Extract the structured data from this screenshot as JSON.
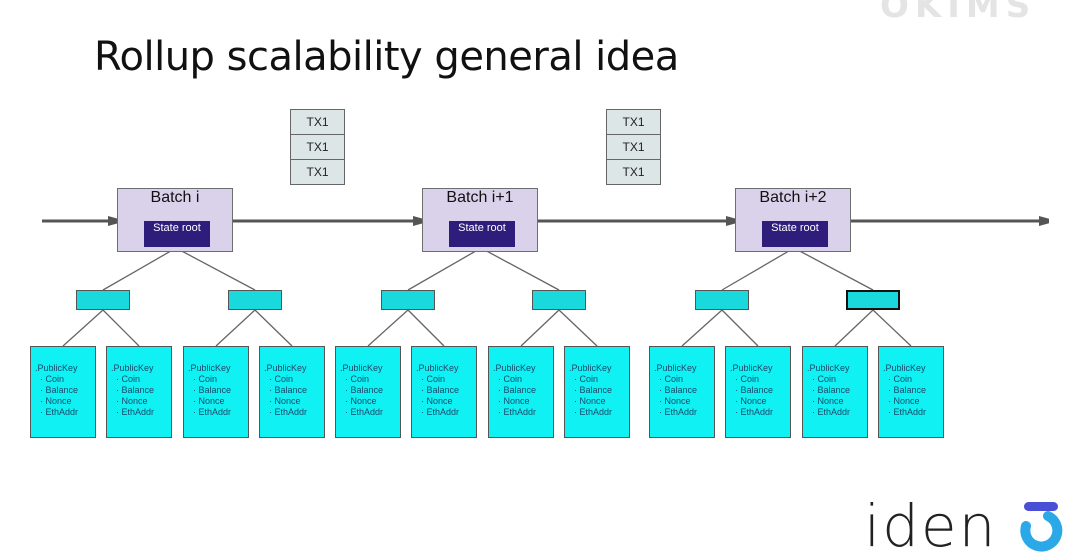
{
  "watermark": "OKIMS",
  "title": "Rollup scalability general idea",
  "batches": [
    {
      "label": "Batch i",
      "state_root": "State root"
    },
    {
      "label": "Batch i+1",
      "state_root": "State root"
    },
    {
      "label": "Batch i+2",
      "state_root": "State root"
    }
  ],
  "tx_stacks": [
    [
      "TX1",
      "TX1",
      "TX1"
    ],
    [
      "TX1",
      "TX1",
      "TX1"
    ]
  ],
  "leaf": {
    "fields": [
      "PublicKey",
      "Coin",
      "Balance",
      "Nonce",
      "EthAddr"
    ]
  },
  "leaf_count": 12,
  "colors": {
    "batch_fill": "#d9d2ea",
    "state_root_fill": "#2e1d7a",
    "node_fill": "#1ad9dc",
    "leaf_fill": "#10f1f4",
    "tx_fill": "#dde6e7",
    "arrow": "#555555",
    "logo_accent_1": "#4a4fd6",
    "logo_accent_2": "#2aa8e8"
  },
  "logo": {
    "text": "iden",
    "mark": "3"
  }
}
